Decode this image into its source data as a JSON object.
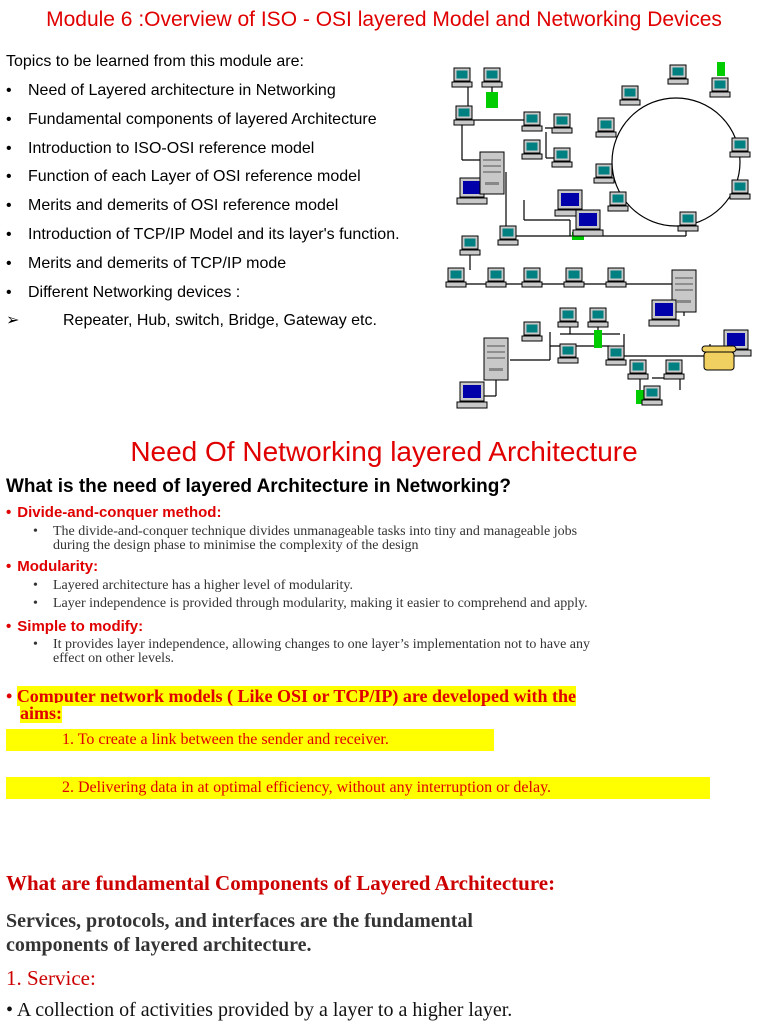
{
  "module_title": "Module 6 :Overview of ISO - OSI layered Model and Networking Devices",
  "intro": "Topics to be learned from this module are:",
  "topics": [
    "Need of Layered architecture in Networking",
    "Fundamental components of layered Architecture",
    "Introduction to ISO-OSI reference model",
    "Function of each  Layer of OSI reference model",
    "Merits and demerits of OSI reference model",
    "Introduction of TCP/IP Model and its layer's function.",
    "Merits and demerits of TCP/IP mode",
    "Different Networking devices :"
  ],
  "subtopic": "Repeater, Hub, switch, Bridge, Gateway etc.",
  "bullet": "•",
  "arrow": "➢",
  "section_title": "Need Of Networking layered Architecture",
  "question1": "What is the need of layered Architecture in Networking?",
  "divide": {
    "title": "Divide-and-conquer method:",
    "line1": "The divide-and-conquer technique divides unmanageable tasks into tiny and manageable jobs",
    "line2": "during the design phase to minimise the complexity of the design"
  },
  "modularity": {
    "title": "Modularity:",
    "item1": "Layered architecture has a higher level of modularity.",
    "item2": "Layer independence is provided through modularity, making it easier to comprehend and apply."
  },
  "simple": {
    "title": "Simple to modify:",
    "line1": "It provides layer independence, allowing changes to one layer’s implementation not to have any",
    "line2": "effect on other levels."
  },
  "aims": {
    "line1": "Computer network models ( Like OSI or TCP/IP) are developed with the",
    "line2": "aims:",
    "item1": "1. To create a link between the sender and receiver.",
    "item2": "2. Delivering data in at optimal efficiency, without any interruption or delay."
  },
  "question2": "What are fundamental Components of Layered Architecture:",
  "services": {
    "line1": "Services, protocols, and interfaces are the fundamental",
    "line2": "components of layered architecture.",
    "heading": "1. Service:",
    "item": "• A collection of activities provided by a layer to a higher layer."
  }
}
